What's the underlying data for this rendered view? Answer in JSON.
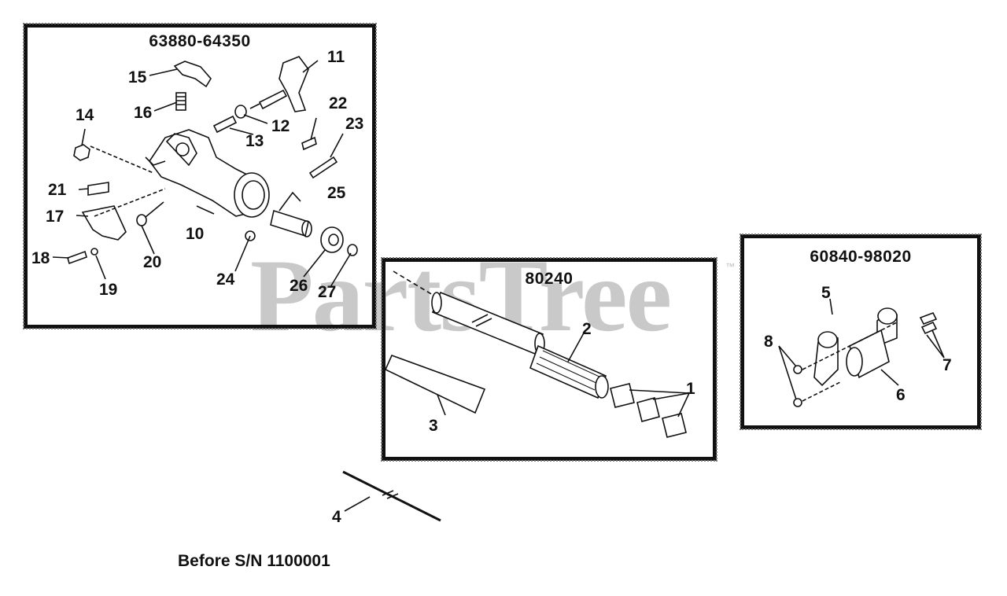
{
  "watermark": "PartsTree",
  "watermark_tm": "™",
  "note": "Before S/N 1100001",
  "panels": {
    "left": {
      "title": "63880-64350"
    },
    "middle": {
      "title": "80240"
    },
    "right": {
      "title": "60840-98020"
    }
  },
  "callouts": {
    "c1": "1",
    "c2": "2",
    "c3": "3",
    "c4": "4",
    "c5": "5",
    "c6": "6",
    "c7": "7",
    "c8": "8",
    "c10": "10",
    "c11": "11",
    "c12": "12",
    "c13": "13",
    "c14": "14",
    "c15": "15",
    "c16": "16",
    "c17": "17",
    "c18": "18",
    "c19": "19",
    "c20": "20",
    "c21": "21",
    "c22": "22",
    "c23": "23",
    "c24": "24",
    "c25": "25",
    "c26": "26",
    "c27": "27"
  }
}
